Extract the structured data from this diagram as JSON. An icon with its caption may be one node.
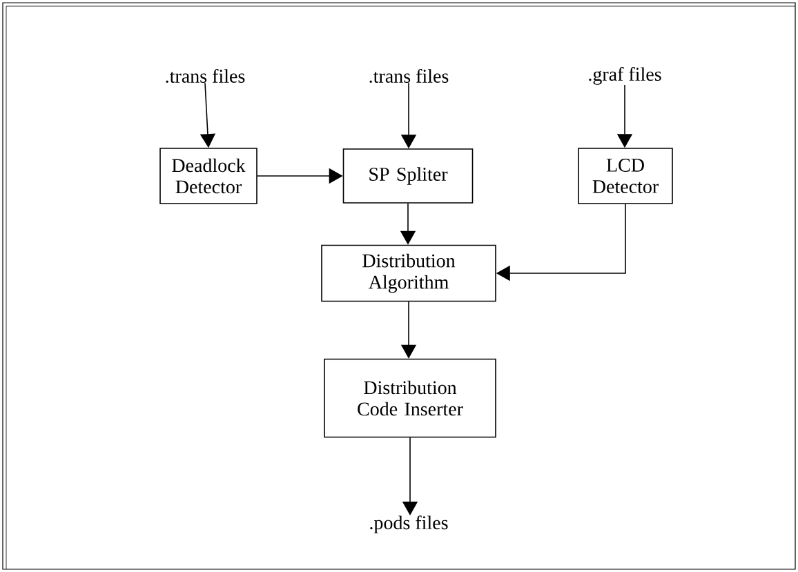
{
  "diagram": {
    "nodes": [
      {
        "text": [
          ".trans files"
        ]
      },
      {
        "text": [
          ".trans files"
        ]
      },
      {
        "text": [
          ".graf files"
        ]
      },
      {
        "text": [
          "Deadlock Detector"
        ]
      },
      {
        "text": [
          "SP Spliter"
        ]
      },
      {
        "text": [
          "LCD Detector"
        ]
      },
      {
        "text": [
          "Distribution Algorithm"
        ]
      },
      {
        "text": [
          "Distribution Code Inserter"
        ]
      },
      {
        "text": [
          ".pods files"
        ]
      }
    ],
    "edges": [
      {
        "from": 0,
        "to": 3,
        "arrow": "to"
      },
      {
        "from": 1,
        "to": 4,
        "arrow": "to"
      },
      {
        "from": 2,
        "to": 5,
        "arrow": "to"
      },
      {
        "from": 3,
        "to": 4,
        "arrow": "to"
      },
      {
        "from": 4,
        "to": 6,
        "arrow": "to"
      },
      {
        "from": 5,
        "to": 6,
        "arrow": "to"
      },
      {
        "from": 6,
        "to": 7,
        "arrow": "to"
      },
      {
        "from": 7,
        "to": 8,
        "arrow": "to"
      }
    ]
  }
}
